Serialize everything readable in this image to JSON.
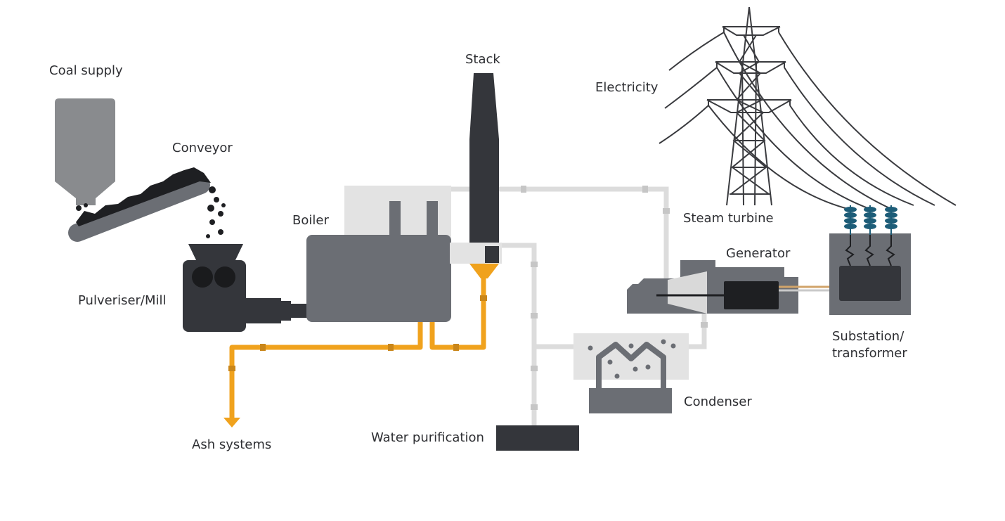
{
  "labels": {
    "coal_supply": "Coal supply",
    "conveyor": "Conveyor",
    "boiler": "Boiler",
    "stack": "Stack",
    "pulveriser": "Pulveriser/Mill",
    "electricity": "Electricity",
    "steam_turbine": "Steam turbine",
    "generator": "Generator",
    "substation_line1": "Substation/",
    "substation_line2": "transformer",
    "condenser": "Condenser",
    "water_purification": "Water purification",
    "ash_systems": "Ash systems"
  },
  "colors": {
    "dark": "#34363b",
    "medium": "#6b6e74",
    "hopper": "#898b8e",
    "light_gray": "#e3e3e3",
    "pipe_gray": "#d9d9d9",
    "orange": "#f0a21d",
    "insulator": "#1d5d78",
    "tower": "#3a3b3f"
  },
  "icons": [
    "coal-hopper-icon",
    "conveyor-belt-icon",
    "pulveriser-mill-icon",
    "boiler-icon",
    "stack-icon",
    "transmission-tower-icon",
    "steam-turbine-icon",
    "generator-icon",
    "substation-transformer-icon",
    "condenser-icon",
    "water-purification-tank-icon",
    "ash-arrow-icon"
  ]
}
